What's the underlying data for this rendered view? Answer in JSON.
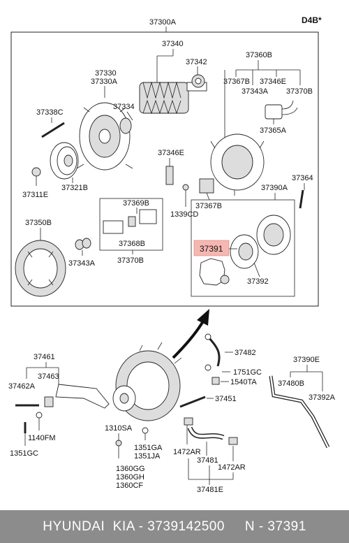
{
  "diagram": {
    "code": "D4B*",
    "labels": {
      "l37300A": "37300A",
      "l37340": "37340",
      "l37342": "37342",
      "l37330": "37330",
      "l37330A": "37330A",
      "l37334": "37334",
      "l37338C": "37338C",
      "l37311E": "37311E",
      "l37321B": "37321B",
      "l37360B": "37360B",
      "l37367B_top": "37367B",
      "l37346E_top": "37346E",
      "l37343A_top": "37343A",
      "l37370B_top": "37370B",
      "l37365A": "37365A",
      "l37346E": "37346E",
      "l37364": "37364",
      "l37390A": "37390A",
      "l37367B": "37367B",
      "l1339CD": "1339CD",
      "l37369B": "37369B",
      "l37368B": "37368B",
      "l37370B": "37370B",
      "l37350B": "37350B",
      "l37343A": "37343A",
      "l37391": "37391",
      "l37392": "37392",
      "l37461": "37461",
      "l37463": "37463",
      "l37462A": "37462A",
      "l1140FM": "1140FM",
      "l1351GC": "1351GC",
      "l37482": "37482",
      "l1751GC": "1751GC",
      "l1540TA": "1540TA",
      "l37451": "37451",
      "l1310SA": "1310SA",
      "l1351GA": "1351GA",
      "l1351JA": "1351JA",
      "l1360GG": "1360GG",
      "l1360GH": "1360GH",
      "l1360CF": "1360CF",
      "l1472AR_left": "1472AR",
      "l37481": "37481",
      "l1472AR_right": "1472AR",
      "l37481E": "37481E",
      "l37390E": "37390E",
      "l37480B": "37480B",
      "l37392A": "37392A"
    }
  },
  "footer": {
    "text": "HYUNDAI  KIA - 3739142500     N - 37391"
  },
  "highlight_color": "#f5b7b1"
}
